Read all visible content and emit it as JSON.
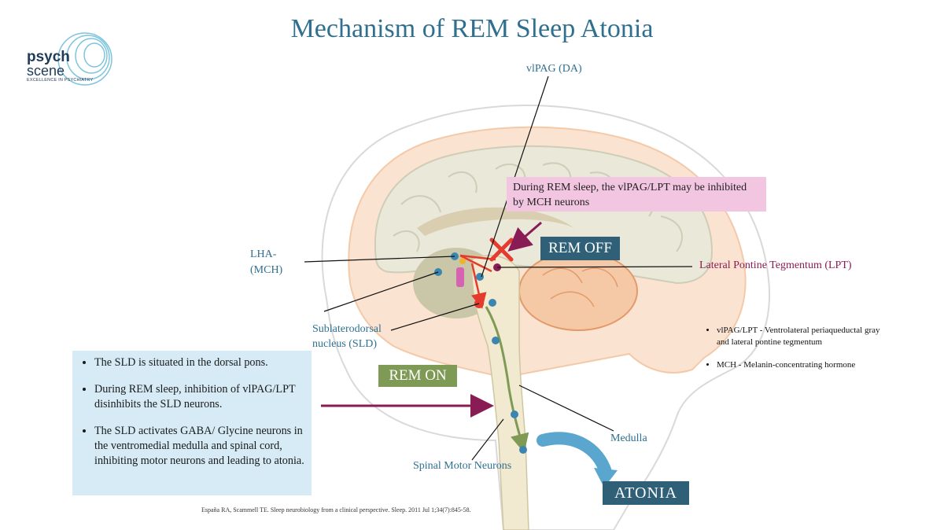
{
  "title": "Mechanism of REM Sleep Atonia",
  "logo": {
    "word1": "psych",
    "word2": "scene",
    "tagline": "EXCELLENCE IN PSYCHIATRY"
  },
  "labels": {
    "vlpag": "vlPAG (DA)",
    "lha_line1": "LHA-",
    "lha_line2": "(MCH)",
    "lpt": "Lateral Pontine Tegmentum (LPT)",
    "sld_line1": "Sublaterodorsal",
    "sld_line2": "nucleus (SLD)",
    "medulla": "Medulla",
    "spinal": "Spinal Motor Neurons"
  },
  "callout": "During REM sleep, the vlPAG/LPT may be inhibited by MCH neurons",
  "tags": {
    "rem_off": "REM OFF",
    "rem_on": "REM ON",
    "atonia": "ATONIA"
  },
  "bullets": [
    "The SLD is situated in the dorsal pons.",
    "During REM sleep, inhibition of vlPAG/LPT disinhibits the SLD neurons.",
    "The SLD activates GABA/ Glycine neurons in the ventromedial medulla and spinal cord, inhibiting motor neurons and leading to atonia."
  ],
  "abbreviations": [
    "vlPAG/LPT - Ventrolateral periaqueductal gray and lateral pontine tegmentum",
    "MCH - Melanin-concentrating hormone"
  ],
  "citation": "España RA, Scammell TE. Sleep neurobiology from a clinical perspective. Sleep. 2011 Jul 1;34(7):845-58.",
  "colors": {
    "title": "#2f6f8f",
    "rem_off": "#2f6078",
    "rem_on": "#7e9a55",
    "atonia": "#2f6078",
    "callout_bg": "#f2c5e0",
    "bullet_bg": "#d6ebf6",
    "lpt_label": "#8a1c55",
    "arrow_magenta": "#8a1c55",
    "inhibit_red": "#e53b2c"
  }
}
